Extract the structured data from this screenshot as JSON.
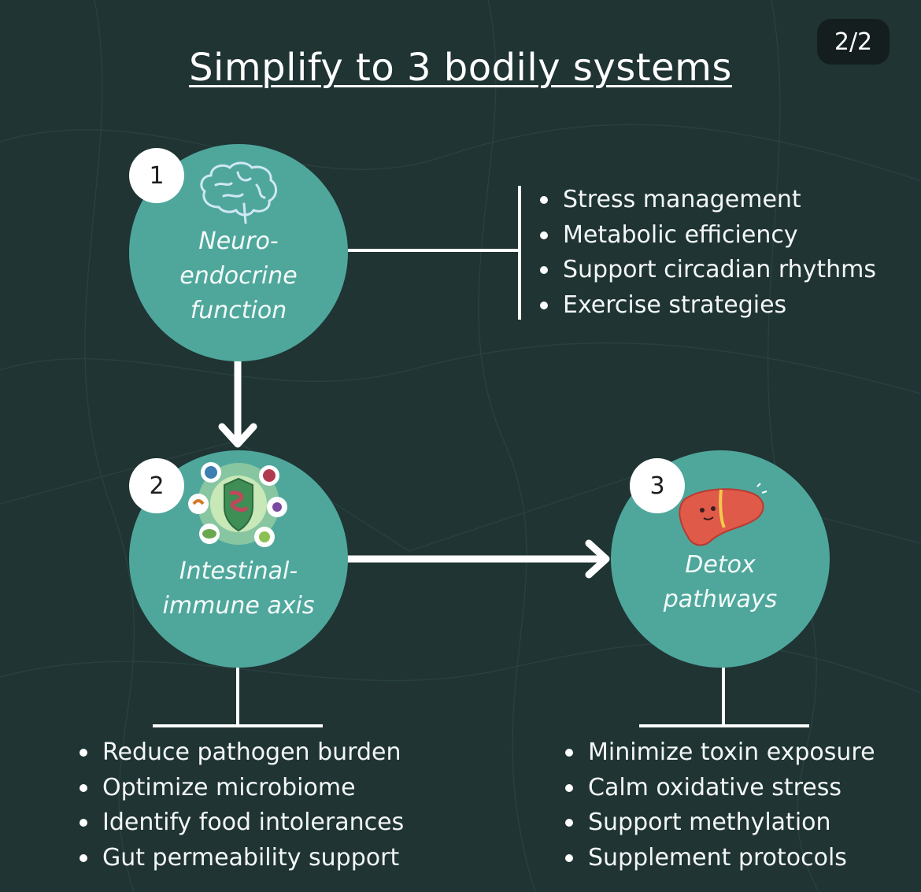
{
  "page_counter": "2/2",
  "title": "Simplify to 3 bodily systems",
  "colors": {
    "background": "#1f3433",
    "node_fill": "#4fa79c",
    "connector": "#ffffff",
    "badge_fill": "#ffffff"
  },
  "nodes": [
    {
      "number": "1",
      "label": "Neuro-\nendocrine\nfunction",
      "icon": "brain-icon",
      "bullets": [
        "Stress management",
        "Metabolic efficiency",
        "Support circadian rhythms",
        "Exercise strategies"
      ]
    },
    {
      "number": "2",
      "label": "Intestinal-\nimmune axis",
      "icon": "gut-immune-icon",
      "bullets": [
        "Reduce pathogen burden",
        "Optimize microbiome",
        "Identify food intolerances",
        "Gut permeability support"
      ]
    },
    {
      "number": "3",
      "label": "Detox\npathways",
      "icon": "liver-icon",
      "bullets": [
        "Minimize toxin exposure",
        "Calm oxidative stress",
        "Support methylation",
        "Supplement protocols"
      ]
    }
  ],
  "edges": [
    {
      "from": "1",
      "to": "2",
      "type": "arrow"
    },
    {
      "from": "2",
      "to": "3",
      "type": "arrow"
    },
    {
      "from": "1",
      "to": "bullets-1",
      "type": "bracket"
    },
    {
      "from": "2",
      "to": "bullets-2",
      "type": "bracket"
    },
    {
      "from": "3",
      "to": "bullets-3",
      "type": "bracket"
    }
  ]
}
